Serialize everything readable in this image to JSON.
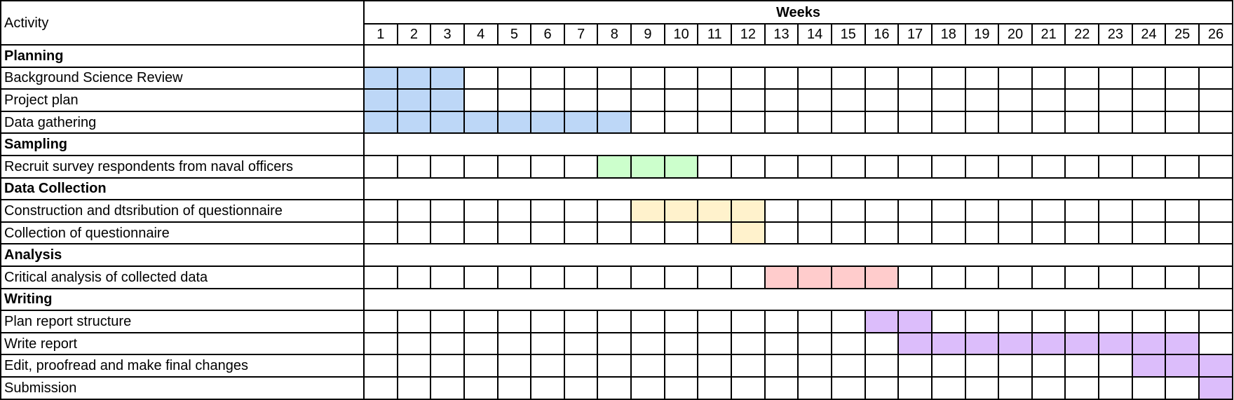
{
  "chart_data": {
    "type": "table",
    "title": "Weeks",
    "activity_header": "Activity",
    "weeks": [
      "1",
      "2",
      "3",
      "4",
      "5",
      "6",
      "7",
      "8",
      "9",
      "10",
      "11",
      "12",
      "13",
      "14",
      "15",
      "16",
      "17",
      "18",
      "19",
      "20",
      "21",
      "22",
      "23",
      "24",
      "25",
      "26"
    ],
    "colors": {
      "planning": "#bdd7f7",
      "sampling": "#ccffcc",
      "collection": "#fff2cc",
      "analysis": "#ffcccc",
      "writing": "#dcbdfb"
    },
    "rows": [
      {
        "label": "Planning",
        "section": true
      },
      {
        "label": "Background Science Review",
        "start": 1,
        "end": 3,
        "color": "planning"
      },
      {
        "label": "Project plan",
        "start": 1,
        "end": 3,
        "color": "planning"
      },
      {
        "label": "Data gathering",
        "start": 1,
        "end": 8,
        "color": "planning"
      },
      {
        "label": "Sampling",
        "section": true
      },
      {
        "label": "Recruit survey respondents from naval officers",
        "start": 8,
        "end": 10,
        "color": "sampling"
      },
      {
        "label": "Data Collection",
        "section": true
      },
      {
        "label": "Construction and dtsribution of questionnaire",
        "start": 9,
        "end": 12,
        "color": "collection"
      },
      {
        "label": "Collection of questionnaire",
        "start": 12,
        "end": 12,
        "color": "collection"
      },
      {
        "label": "Analysis",
        "section": true
      },
      {
        "label": "Critical analysis of collected data",
        "start": 13,
        "end": 16,
        "color": "analysis"
      },
      {
        "label": "Writing",
        "section": true
      },
      {
        "label": "Plan report structure",
        "start": 16,
        "end": 17,
        "color": "writing"
      },
      {
        "label": "Write report",
        "start": 17,
        "end": 25,
        "color": "writing"
      },
      {
        "label": "Edit, proofread and make final changes",
        "start": 24,
        "end": 26,
        "color": "writing"
      },
      {
        "label": "Submission",
        "start": 26,
        "end": 26,
        "color": "writing"
      }
    ]
  }
}
